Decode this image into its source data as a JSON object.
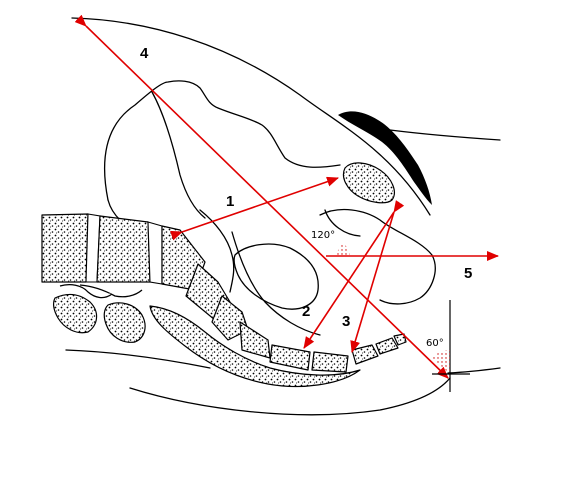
{
  "labels": {
    "l1": "1",
    "l2": "2",
    "l3": "3",
    "l4": "4",
    "l5": "5"
  },
  "angles": {
    "a120": "120°",
    "a60": "60°"
  },
  "colors": {
    "arrow": "#e00000",
    "ink": "#000000"
  }
}
